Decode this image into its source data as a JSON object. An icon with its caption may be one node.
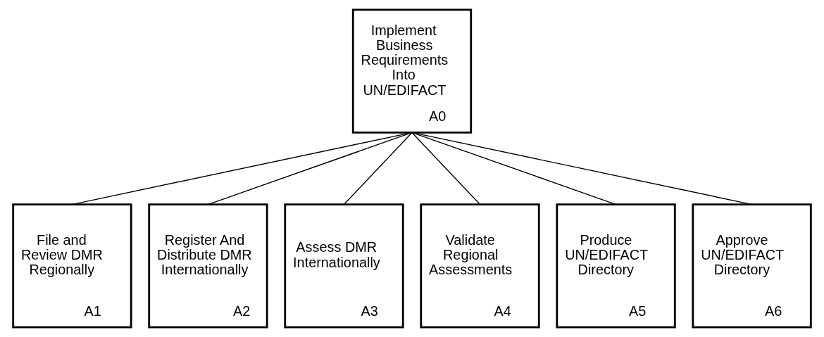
{
  "diagram": {
    "nodes": [
      {
        "text": [
          "Implement Business Requirements Into UN/EDIFACT",
          "A0"
        ]
      },
      {
        "text": [
          "File and Review DMR Regionally",
          "A1"
        ]
      },
      {
        "text": [
          "Register And Distribute DMR Internationally",
          "A2"
        ]
      },
      {
        "text": [
          "Assess DMR Internationally",
          "A3"
        ]
      },
      {
        "text": [
          "Validate Regional Assessments",
          "A4"
        ]
      },
      {
        "text": [
          "Produce UN/EDIFACT Directory",
          "A5"
        ]
      },
      {
        "text": [
          "Approve UN/EDIFACT Directory",
          "A6"
        ]
      }
    ],
    "edges": [
      {
        "from": 0,
        "to": 1,
        "arrow": "none"
      },
      {
        "from": 0,
        "to": 2,
        "arrow": "none"
      },
      {
        "from": 0,
        "to": 3,
        "arrow": "none"
      },
      {
        "from": 0,
        "to": 4,
        "arrow": "none"
      },
      {
        "from": 0,
        "to": 5,
        "arrow": "none"
      },
      {
        "from": 0,
        "to": 6,
        "arrow": "none"
      }
    ]
  }
}
